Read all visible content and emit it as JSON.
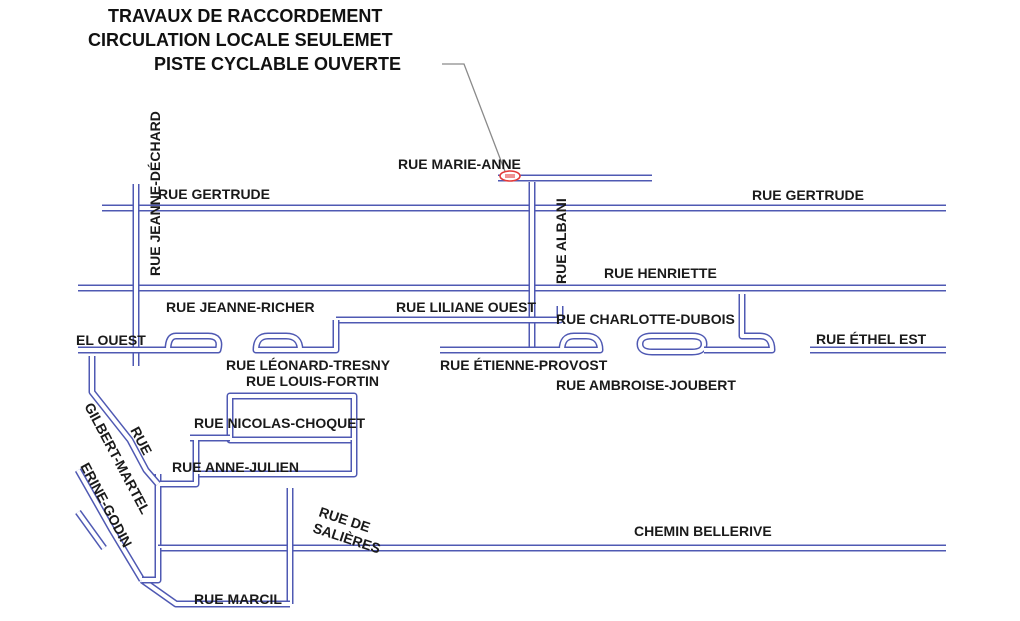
{
  "notice": {
    "line1": "TRAVAUX  DE RACCORDEMENT",
    "line2": "CIRCULATION LOCALE SEULEMET",
    "line3": "PISTE CYCLABLE OUVERTE"
  },
  "streets": {
    "jeanne_dechard": "RUE JEANNE-DÉCHARD",
    "marie_anne": "RUE  MARIE-ANNE",
    "gertrude_west": "RUE  GERTRUDE",
    "gertrude_east": "RUE  GERTRUDE",
    "albani": "RUE ALBANI",
    "henriette": "RUE HENRIETTE",
    "jeanne_richer": "RUE JEANNE-RICHER",
    "liliane_ouest": "RUE LILIANE OUEST",
    "charlotte_dubois": "RUE CHARLOTTE-DUBOIS",
    "ethel_est": "RUE ÉTHEL EST",
    "ethel_ouest": "EL OUEST",
    "leonard_tresny": "RUE LÉONARD-TRESNY",
    "louis_fortin": "RUE LOUIS-FORTIN",
    "etienne_provost": "RUE ÉTIENNE-PROVOST",
    "ambroise_joubert": "RUE AMBROISE-JOUBERT",
    "nicolas_choquet": "RUE NICOLAS-CHOQUET",
    "rue_fragment": "RUE",
    "gilbert_martel": "GILBERT-MARTEL",
    "anne_julien": "RUE ANNE-JULIEN",
    "erine_godin": "ERINE-GODIN",
    "de_salieres_1": "RUE DE",
    "de_salieres_2": "SALIÈRES",
    "bellerive": "CHEMIN BELLERIVE",
    "marcil": "RUE MARCIL"
  },
  "colors": {
    "road": "#4f59b3",
    "marker": "#e23a3a"
  }
}
